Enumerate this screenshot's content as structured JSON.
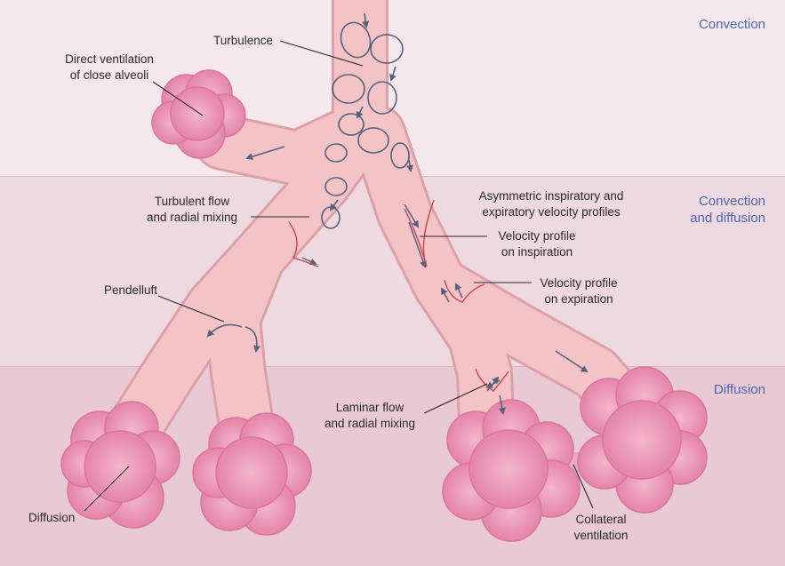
{
  "zones": {
    "top": "Convection",
    "middle_line1": "Convection",
    "middle_line2": "and diffusion",
    "bottom": "Diffusion"
  },
  "labels": {
    "turbulence": "Turbulence",
    "direct_ventilation_1": "Direct ventilation",
    "direct_ventilation_2": "of close alveoli",
    "turbulent_flow_1": "Turbulent flow",
    "turbulent_flow_2": "and radial mixing",
    "asymmetric_1": "Asymmetric inspiratory and",
    "asymmetric_2": "expiratory velocity profiles",
    "vp_inspiration_1": "Velocity profile",
    "vp_inspiration_2": "on inspiration",
    "vp_expiration_1": "Velocity profile",
    "vp_expiration_2": "on expiration",
    "pendelluft": "Pendelluft",
    "laminar_1": "Laminar flow",
    "laminar_2": "and radial mixing",
    "diffusion": "Diffusion",
    "collateral_1": "Collateral",
    "collateral_2": "ventilation"
  },
  "colors": {
    "airway": "#f3c3c6",
    "airway_edge": "#dca0a8",
    "alveoli": "#ec93b3",
    "arrows": "#55607f",
    "zone_text": "#4a67b2"
  }
}
